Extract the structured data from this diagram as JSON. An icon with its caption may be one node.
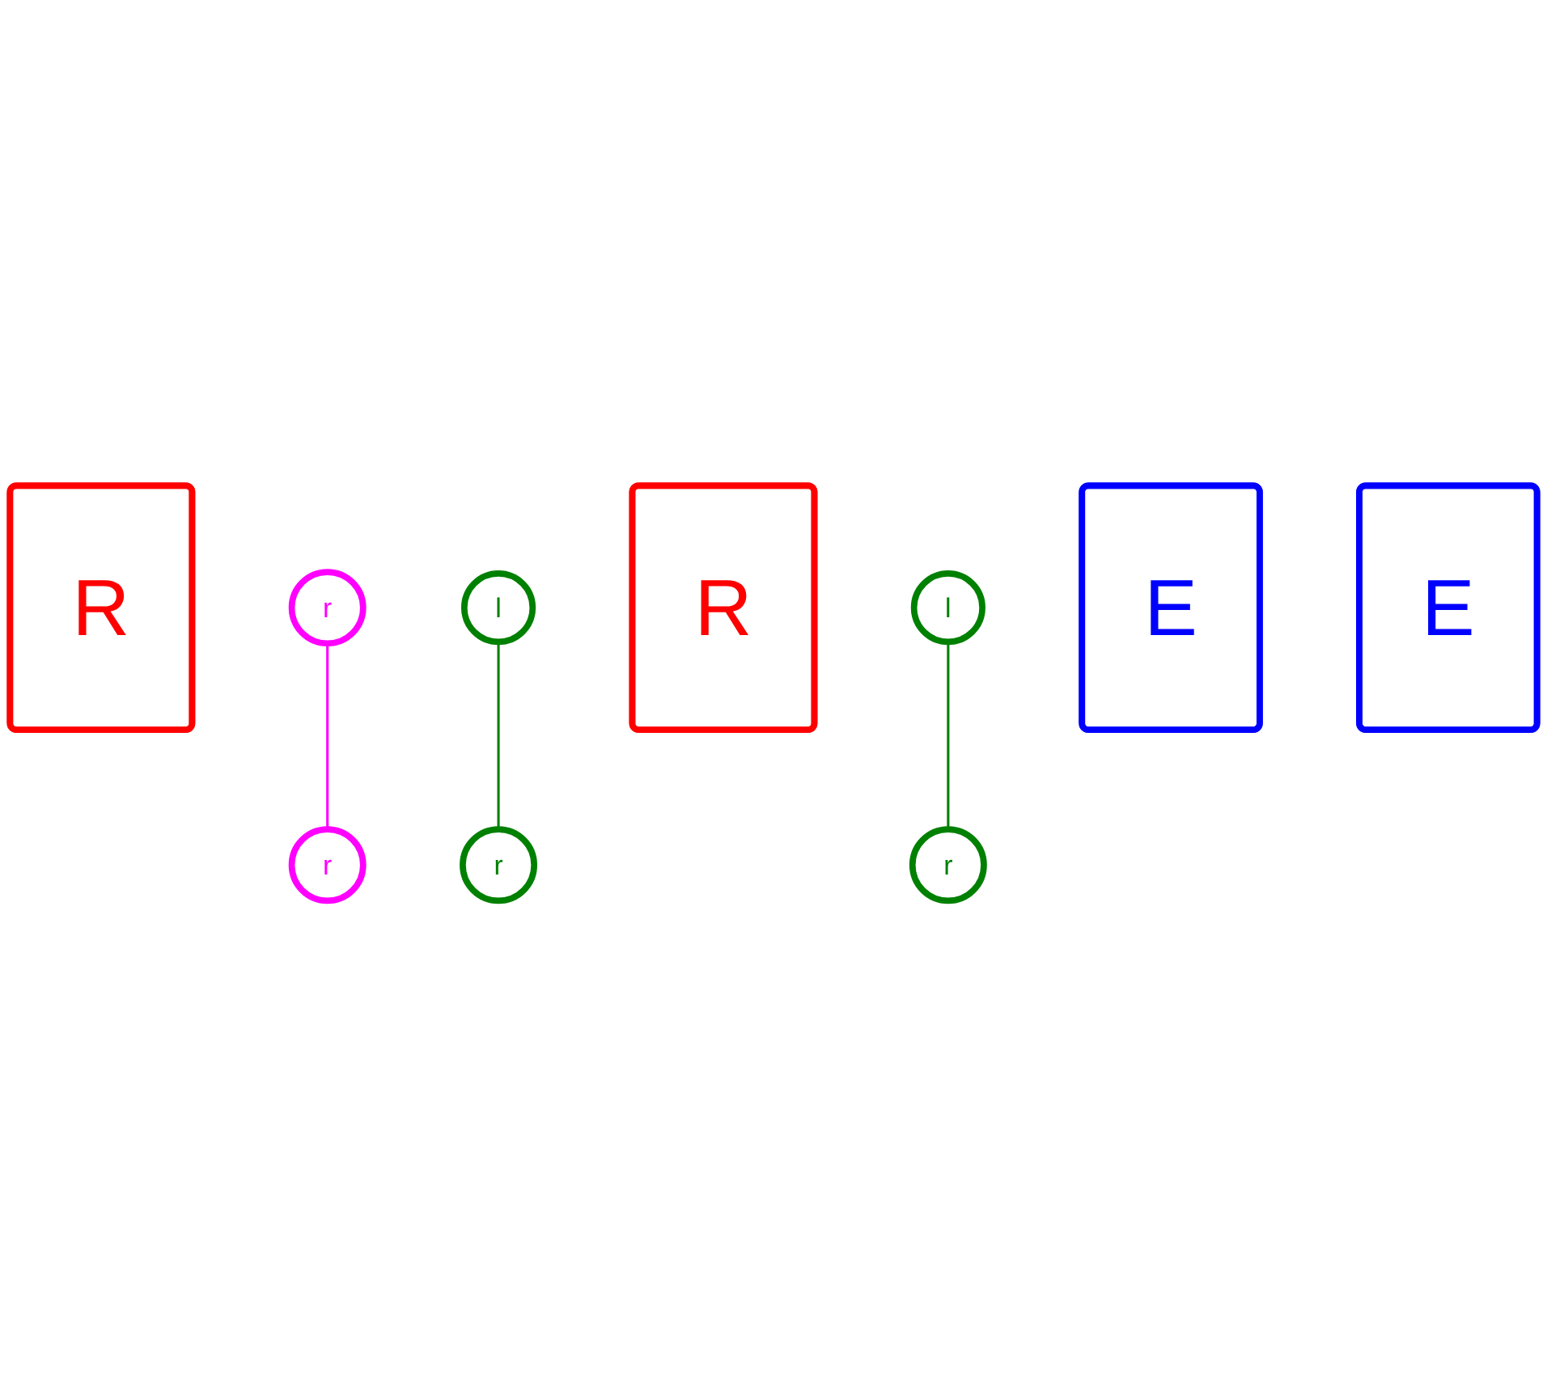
{
  "diagram": {
    "nodes": [
      {
        "text": [
          "R"
        ]
      },
      {
        "text": [
          "r"
        ]
      },
      {
        "text": [
          "l"
        ]
      },
      {
        "text": [
          "R"
        ]
      },
      {
        "text": [
          "r"
        ]
      },
      {
        "text": [
          "l"
        ]
      },
      {
        "text": [
          "E"
        ]
      },
      {
        "text": [
          "r"
        ]
      },
      {
        "text": [
          "E"
        ]
      },
      {
        "text": [
          "r"
        ]
      }
    ],
    "edges": [
      {
        "from": 1,
        "to": 4,
        "arrow": "none",
        "color": "#ff00ff"
      },
      {
        "from": 2,
        "to": 7,
        "arrow": "none",
        "color": "#008000"
      },
      {
        "from": 5,
        "to": 9,
        "arrow": "none",
        "color": "#008000"
      }
    ]
  }
}
